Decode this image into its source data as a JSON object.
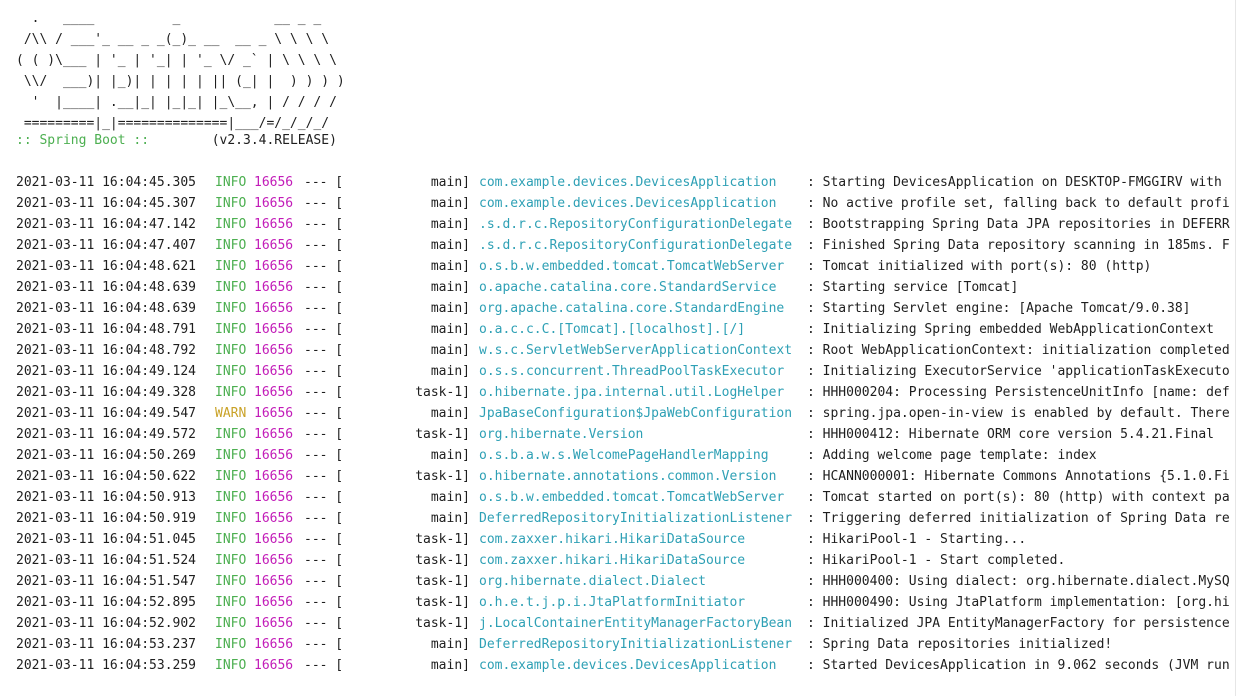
{
  "banner": {
    "ascii": "  .   ____          _            __ _ _\n /\\\\ / ___'_ __ _ _(_)_ __  __ _ \\ \\ \\ \\\n( ( )\\___ | '_ | '_| | '_ \\/ _` | \\ \\ \\ \\\n \\\\/  ___)| |_)| | | | | || (_| |  ) ) ) )\n  '  |____| .__|_| |_|_| |_\\__, | / / / /\n =========|_|==============|___/=/_/_/_/",
    "label": ":: Spring Boot ::",
    "version": "(v2.3.4.RELEASE)"
  },
  "colors": {
    "info": "#4caf50",
    "warn": "#c9a227",
    "pid": "#c21bb8",
    "logger": "#2ea0b5",
    "text": "#1e1e1e"
  },
  "log_rows": [
    {
      "ts": "2021-03-11 16:04:45.305",
      "level": "INFO",
      "pid": "16656",
      "sep": "--- [",
      "thread": "main]",
      "logger": "com.example.devices.DevicesApplication",
      "msg": ": Starting DevicesApplication on DESKTOP-FMGGIRV with"
    },
    {
      "ts": "2021-03-11 16:04:45.307",
      "level": "INFO",
      "pid": "16656",
      "sep": "--- [",
      "thread": "main]",
      "logger": "com.example.devices.DevicesApplication",
      "msg": ": No active profile set, falling back to default profi"
    },
    {
      "ts": "2021-03-11 16:04:47.142",
      "level": "INFO",
      "pid": "16656",
      "sep": "--- [",
      "thread": "main]",
      "logger": ".s.d.r.c.RepositoryConfigurationDelegate",
      "msg": ": Bootstrapping Spring Data JPA repositories in DEFERR"
    },
    {
      "ts": "2021-03-11 16:04:47.407",
      "level": "INFO",
      "pid": "16656",
      "sep": "--- [",
      "thread": "main]",
      "logger": ".s.d.r.c.RepositoryConfigurationDelegate",
      "msg": ": Finished Spring Data repository scanning in 185ms. F"
    },
    {
      "ts": "2021-03-11 16:04:48.621",
      "level": "INFO",
      "pid": "16656",
      "sep": "--- [",
      "thread": "main]",
      "logger": "o.s.b.w.embedded.tomcat.TomcatWebServer",
      "msg": ": Tomcat initialized with port(s): 80 (http)"
    },
    {
      "ts": "2021-03-11 16:04:48.639",
      "level": "INFO",
      "pid": "16656",
      "sep": "--- [",
      "thread": "main]",
      "logger": "o.apache.catalina.core.StandardService",
      "msg": ": Starting service [Tomcat]"
    },
    {
      "ts": "2021-03-11 16:04:48.639",
      "level": "INFO",
      "pid": "16656",
      "sep": "--- [",
      "thread": "main]",
      "logger": "org.apache.catalina.core.StandardEngine",
      "msg": ": Starting Servlet engine: [Apache Tomcat/9.0.38]"
    },
    {
      "ts": "2021-03-11 16:04:48.791",
      "level": "INFO",
      "pid": "16656",
      "sep": "--- [",
      "thread": "main]",
      "logger": "o.a.c.c.C.[Tomcat].[localhost].[/]",
      "msg": ": Initializing Spring embedded WebApplicationContext"
    },
    {
      "ts": "2021-03-11 16:04:48.792",
      "level": "INFO",
      "pid": "16656",
      "sep": "--- [",
      "thread": "main]",
      "logger": "w.s.c.ServletWebServerApplicationContext",
      "msg": ": Root WebApplicationContext: initialization completed"
    },
    {
      "ts": "2021-03-11 16:04:49.124",
      "level": "INFO",
      "pid": "16656",
      "sep": "--- [",
      "thread": "main]",
      "logger": "o.s.s.concurrent.ThreadPoolTaskExecutor",
      "msg": ": Initializing ExecutorService 'applicationTaskExecuto"
    },
    {
      "ts": "2021-03-11 16:04:49.328",
      "level": "INFO",
      "pid": "16656",
      "sep": "--- [",
      "thread": "task-1]",
      "logger": "o.hibernate.jpa.internal.util.LogHelper",
      "msg": ": HHH000204: Processing PersistenceUnitInfo [name: def"
    },
    {
      "ts": "2021-03-11 16:04:49.547",
      "level": "WARN",
      "pid": "16656",
      "sep": "--- [",
      "thread": "main]",
      "logger": "JpaBaseConfiguration$JpaWebConfiguration",
      "msg": ": spring.jpa.open-in-view is enabled by default. There"
    },
    {
      "ts": "2021-03-11 16:04:49.572",
      "level": "INFO",
      "pid": "16656",
      "sep": "--- [",
      "thread": "task-1]",
      "logger": "org.hibernate.Version",
      "msg": ": HHH000412: Hibernate ORM core version 5.4.21.Final"
    },
    {
      "ts": "2021-03-11 16:04:50.269",
      "level": "INFO",
      "pid": "16656",
      "sep": "--- [",
      "thread": "main]",
      "logger": "o.s.b.a.w.s.WelcomePageHandlerMapping",
      "msg": ": Adding welcome page template: index"
    },
    {
      "ts": "2021-03-11 16:04:50.622",
      "level": "INFO",
      "pid": "16656",
      "sep": "--- [",
      "thread": "task-1]",
      "logger": "o.hibernate.annotations.common.Version",
      "msg": ": HCANN000001: Hibernate Commons Annotations {5.1.0.Fi"
    },
    {
      "ts": "2021-03-11 16:04:50.913",
      "level": "INFO",
      "pid": "16656",
      "sep": "--- [",
      "thread": "main]",
      "logger": "o.s.b.w.embedded.tomcat.TomcatWebServer",
      "msg": ": Tomcat started on port(s): 80 (http) with context pa"
    },
    {
      "ts": "2021-03-11 16:04:50.919",
      "level": "INFO",
      "pid": "16656",
      "sep": "--- [",
      "thread": "main]",
      "logger": "DeferredRepositoryInitializationListener",
      "msg": ": Triggering deferred initialization of Spring Data re"
    },
    {
      "ts": "2021-03-11 16:04:51.045",
      "level": "INFO",
      "pid": "16656",
      "sep": "--- [",
      "thread": "task-1]",
      "logger": "com.zaxxer.hikari.HikariDataSource",
      "msg": ": HikariPool-1 - Starting..."
    },
    {
      "ts": "2021-03-11 16:04:51.524",
      "level": "INFO",
      "pid": "16656",
      "sep": "--- [",
      "thread": "task-1]",
      "logger": "com.zaxxer.hikari.HikariDataSource",
      "msg": ": HikariPool-1 - Start completed."
    },
    {
      "ts": "2021-03-11 16:04:51.547",
      "level": "INFO",
      "pid": "16656",
      "sep": "--- [",
      "thread": "task-1]",
      "logger": "org.hibernate.dialect.Dialect",
      "msg": ": HHH000400: Using dialect: org.hibernate.dialect.MySQ"
    },
    {
      "ts": "2021-03-11 16:04:52.895",
      "level": "INFO",
      "pid": "16656",
      "sep": "--- [",
      "thread": "task-1]",
      "logger": "o.h.e.t.j.p.i.JtaPlatformInitiator",
      "msg": ": HHH000490: Using JtaPlatform implementation: [org.hi"
    },
    {
      "ts": "2021-03-11 16:04:52.902",
      "level": "INFO",
      "pid": "16656",
      "sep": "--- [",
      "thread": "task-1]",
      "logger": "j.LocalContainerEntityManagerFactoryBean",
      "msg": ": Initialized JPA EntityManagerFactory for persistence"
    },
    {
      "ts": "2021-03-11 16:04:53.237",
      "level": "INFO",
      "pid": "16656",
      "sep": "--- [",
      "thread": "main]",
      "logger": "DeferredRepositoryInitializationListener",
      "msg": ": Spring Data repositories initialized!"
    },
    {
      "ts": "2021-03-11 16:04:53.259",
      "level": "INFO",
      "pid": "16656",
      "sep": "--- [",
      "thread": "main]",
      "logger": "com.example.devices.DevicesApplication",
      "msg": ": Started DevicesApplication in 9.062 seconds (JVM run"
    }
  ]
}
